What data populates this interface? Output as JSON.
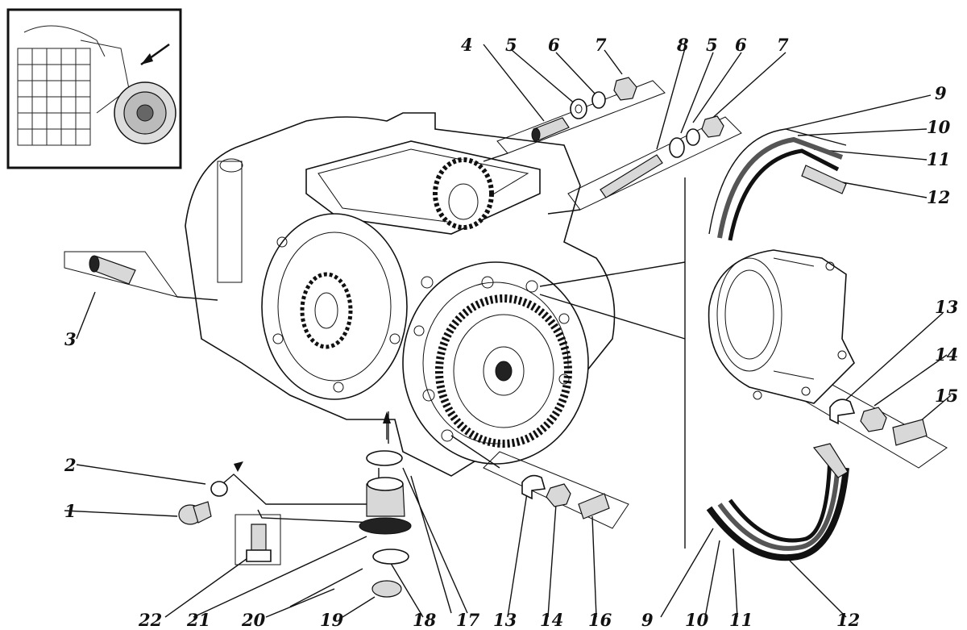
{
  "callouts": [
    {
      "id": "1",
      "text": "1"
    },
    {
      "id": "2",
      "text": "2"
    },
    {
      "id": "3",
      "text": "3"
    },
    {
      "id": "4",
      "text": "4"
    },
    {
      "id": "5a",
      "text": "5"
    },
    {
      "id": "6a",
      "text": "6"
    },
    {
      "id": "7a",
      "text": "7"
    },
    {
      "id": "8",
      "text": "8"
    },
    {
      "id": "5b",
      "text": "5"
    },
    {
      "id": "6b",
      "text": "6"
    },
    {
      "id": "7b",
      "text": "7"
    },
    {
      "id": "9a",
      "text": "9"
    },
    {
      "id": "10a",
      "text": "10"
    },
    {
      "id": "11a",
      "text": "11"
    },
    {
      "id": "12a",
      "text": "12"
    },
    {
      "id": "13a",
      "text": "13"
    },
    {
      "id": "14a",
      "text": "14"
    },
    {
      "id": "15",
      "text": "15"
    },
    {
      "id": "22",
      "text": "22"
    },
    {
      "id": "21",
      "text": "21"
    },
    {
      "id": "20",
      "text": "20"
    },
    {
      "id": "19",
      "text": "19"
    },
    {
      "id": "18",
      "text": "18"
    },
    {
      "id": "17",
      "text": "17"
    },
    {
      "id": "13b",
      "text": "13"
    },
    {
      "id": "14b",
      "text": "14"
    },
    {
      "id": "16",
      "text": "16"
    },
    {
      "id": "9b",
      "text": "9"
    },
    {
      "id": "10b",
      "text": "10"
    },
    {
      "id": "11b",
      "text": "11"
    },
    {
      "id": "12b",
      "text": "12"
    }
  ]
}
